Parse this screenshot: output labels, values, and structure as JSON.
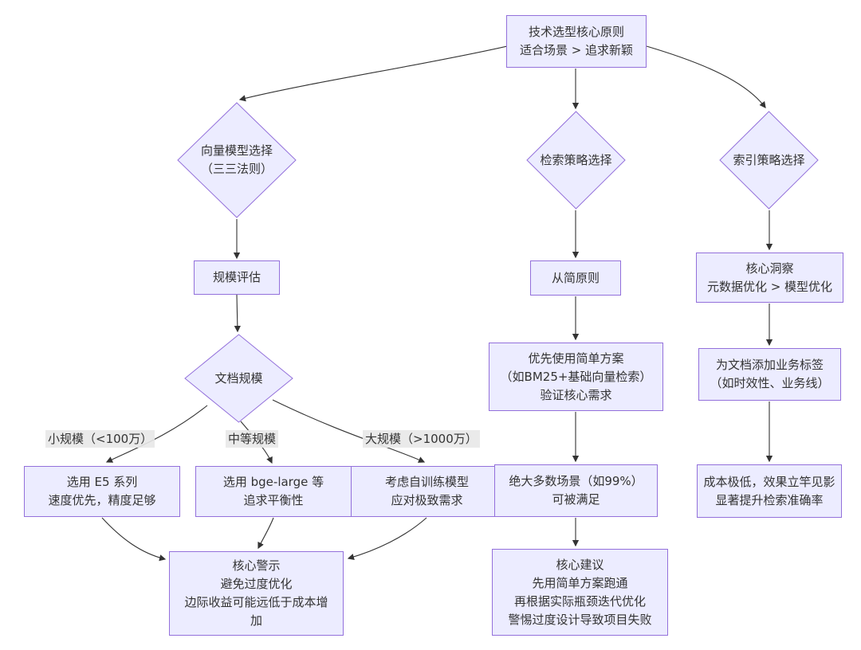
{
  "colors": {
    "node_fill": "#ececff",
    "node_border": "#9370db",
    "edge_line": "#333333",
    "edge_label_bg": "#e8e8e8",
    "text": "#333333"
  },
  "nodes": {
    "root": [
      "技术选型核心原则",
      "适合场景 > 追求新颖"
    ],
    "vector_decision": [
      "向量模型选择",
      "（三三法则）"
    ],
    "retrieval_decision": [
      "检索策略选择"
    ],
    "index_decision": [
      "索引策略选择"
    ],
    "scale_eval": [
      "规模评估"
    ],
    "doc_scale": [
      "文档规模"
    ],
    "small_model": [
      "选用 E5 系列",
      "速度优先，精度足够"
    ],
    "medium_model": [
      "选用 bge-large 等",
      "追求平衡性"
    ],
    "large_model": [
      "考虑自训练模型",
      "应对极致需求"
    ],
    "warning": [
      "核心警示",
      "避免过度优化",
      "边际收益可能远低于成本增",
      "加"
    ],
    "simplicity": [
      "从简原则"
    ],
    "simple_plan": [
      "优先使用简单方案",
      "（如BM25+基础向量检索）",
      "验证核心需求"
    ],
    "coverage": [
      "绝大多数场景（如99%）",
      "可被满足"
    ],
    "advice": [
      "核心建议",
      "先用简单方案跑通",
      "再根据实际瓶颈迭代优化",
      "警惕过度设计导致项目失败"
    ],
    "insight": [
      "核心洞察",
      "元数据优化 > 模型优化"
    ],
    "tagging": [
      "为文档添加业务标签",
      "（如时效性、业务线）"
    ],
    "benefit": [
      "成本极低，效果立竿见影",
      "显著提升检索准确率"
    ]
  },
  "edge_labels": {
    "small": "小规模（<100万）",
    "medium": "中等规模",
    "large": "大规模（>1000万）"
  }
}
